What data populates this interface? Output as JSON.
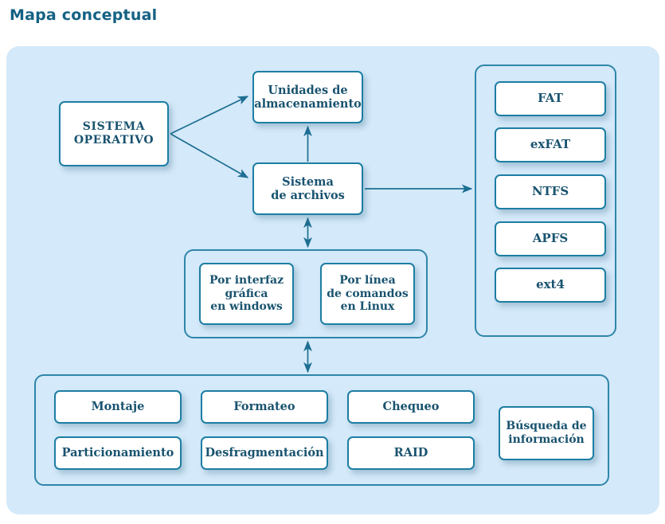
{
  "page": {
    "title": "Mapa conceptual",
    "accent_color": "#156184",
    "panel_color": "#d4e9f9",
    "box_border_color": "#1d7ea3",
    "text_color": "#19536f"
  },
  "diagram": {
    "type": "concept-map",
    "root": {
      "label": "SISTEMA\nOPERATIVO"
    },
    "branches": [
      {
        "label": "Unidades de\nalmacenamiento"
      },
      {
        "label": "Sistema\nde archivos"
      }
    ],
    "filesystems_group": {
      "items": [
        {
          "label": "FAT"
        },
        {
          "label": "exFAT"
        },
        {
          "label": "NTFS"
        },
        {
          "label": "APFS"
        },
        {
          "label": "ext4"
        }
      ]
    },
    "interfaces_group": {
      "items": [
        {
          "label": "Por interfaz\ngráfica\nen windows"
        },
        {
          "label": "Por línea\nde comandos\nen Linux"
        }
      ]
    },
    "operations_group": {
      "items": [
        {
          "label": "Montaje"
        },
        {
          "label": "Formateo"
        },
        {
          "label": "Chequeo"
        },
        {
          "label": "Particionamiento"
        },
        {
          "label": "Desfragmentación"
        },
        {
          "label": "RAID"
        },
        {
          "label": "Búsqueda de\ninformación"
        }
      ]
    },
    "connectors": [
      {
        "from": "SISTEMA OPERATIVO",
        "to": "Unidades de almacenamiento",
        "style": "single-arrow"
      },
      {
        "from": "SISTEMA OPERATIVO",
        "to": "Sistema de archivos",
        "style": "single-arrow"
      },
      {
        "from": "Sistema de archivos",
        "to": "Unidades de almacenamiento",
        "style": "single-arrow"
      },
      {
        "from": "Sistema de archivos",
        "to": "filesystems_group",
        "style": "single-arrow"
      },
      {
        "from": "Sistema de archivos",
        "to": "interfaces_group",
        "style": "double-arrow"
      },
      {
        "from": "interfaces_group",
        "to": "operations_group",
        "style": "double-arrow"
      }
    ]
  }
}
